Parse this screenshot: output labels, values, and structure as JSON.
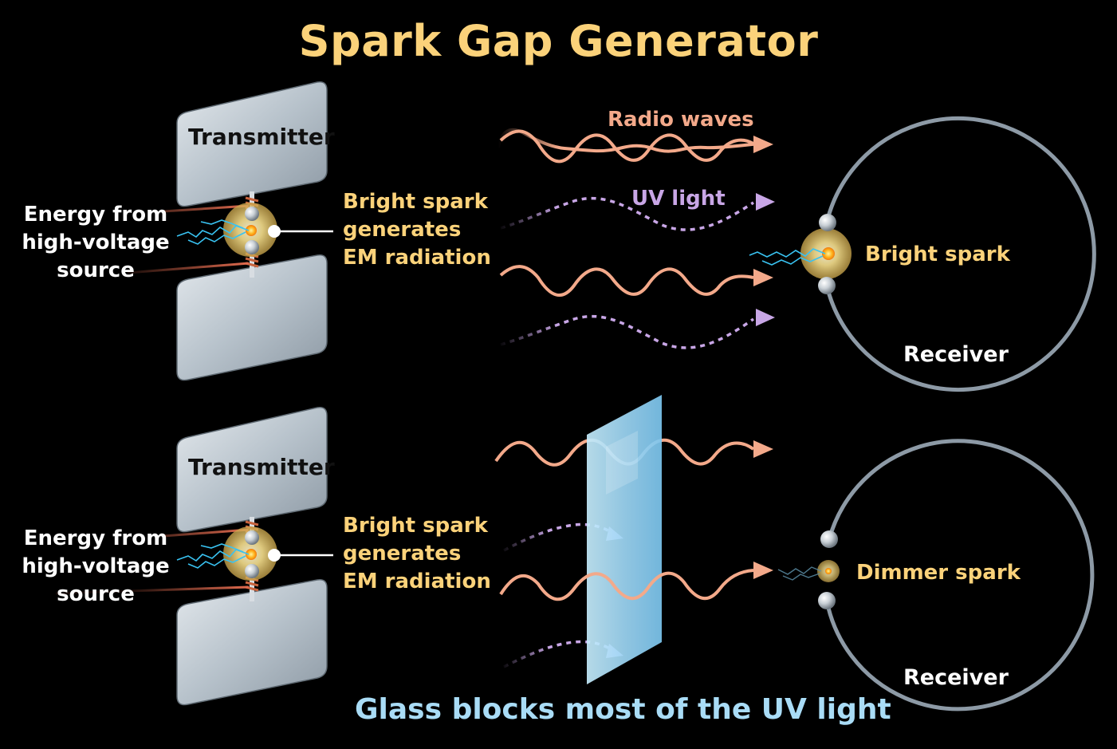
{
  "title": "Spark Gap Generator",
  "top_panel": {
    "transmitter_label": "Transmitter",
    "energy_label": [
      "Energy from",
      "high-voltage",
      "source"
    ],
    "emission_label": [
      "Bright spark",
      "generates",
      "EM radiation"
    ],
    "radio_waves_label": "Radio waves",
    "uv_light_label": "UV light",
    "receiver_spark_label": "Bright spark",
    "receiver_label": "Receiver"
  },
  "bottom_panel": {
    "transmitter_label": "Transmitter",
    "energy_label": [
      "Energy from",
      "high-voltage",
      "source"
    ],
    "emission_label": [
      "Bright spark",
      "generates",
      "EM radiation"
    ],
    "receiver_spark_label": "Dimmer spark",
    "receiver_label": "Receiver",
    "caption": "Glass blocks most of the UV light"
  },
  "colors": {
    "background": "#000000",
    "title": "#fbd27a",
    "radio_wave": "#f3a98a",
    "uv_wave": "#c8a6e6",
    "glass": "#a9dcf6",
    "plate": "#b7c2cb",
    "receiver_ring": "#8d9aa6",
    "wire": "#e06a4e"
  }
}
